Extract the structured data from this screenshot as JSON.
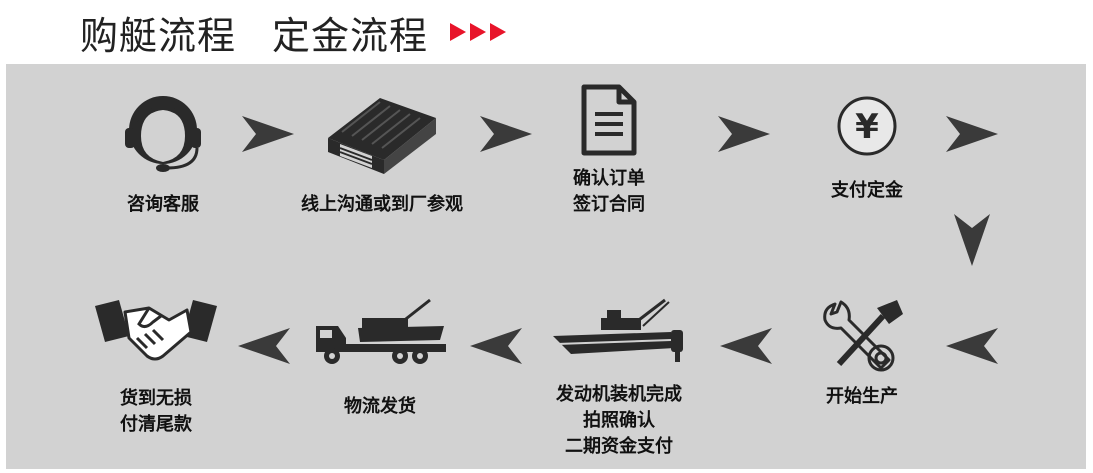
{
  "header": {
    "title_main": "购艇流程",
    "title_sub": "定金流程",
    "accent_color": "#e8142a"
  },
  "colors": {
    "panel_bg": "#d2d2d2",
    "icon": "#2a2a2a",
    "arrow": "#3a3a3a"
  },
  "steps": [
    {
      "icon": "headset-icon",
      "lines": [
        "咨询客服"
      ]
    },
    {
      "icon": "factory-icon",
      "lines": [
        "线上沟通或到厂参观"
      ]
    },
    {
      "icon": "document-icon",
      "lines": [
        "确认订单",
        "签订合同"
      ]
    },
    {
      "icon": "yen-icon",
      "lines": [
        "支付定金"
      ]
    },
    {
      "icon": "tools-icon",
      "lines": [
        "开始生产"
      ]
    },
    {
      "icon": "boat-icon",
      "lines": [
        "发动机装机完成",
        "拍照确认",
        "二期资金支付"
      ]
    },
    {
      "icon": "truck-icon",
      "lines": [
        "物流发货"
      ]
    },
    {
      "icon": "handshake-icon",
      "lines": [
        "货到无损",
        "付清尾款"
      ]
    }
  ]
}
